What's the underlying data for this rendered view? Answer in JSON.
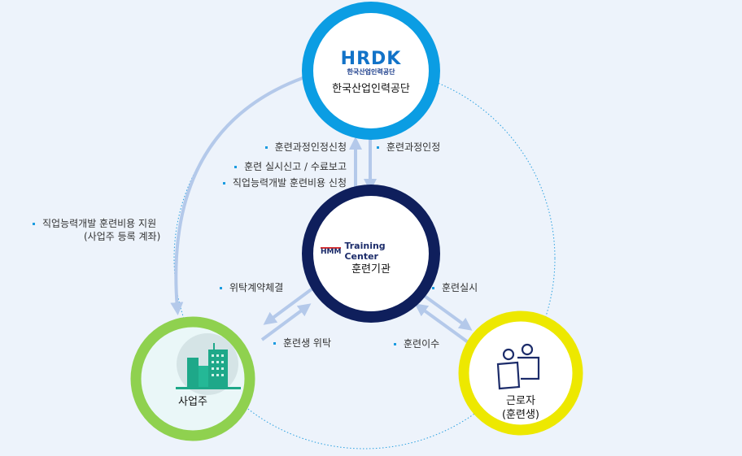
{
  "nodes": {
    "hrdk": {
      "logo_text": "HRDK",
      "logo_subtitle": "한국산업인력공단",
      "label": "한국산업인력공단",
      "color": "#0b9de3"
    },
    "training_center": {
      "logo_mark": "HMM",
      "logo_text": "Training Center",
      "label": "훈련기관",
      "color": "#0f1f5c"
    },
    "employer": {
      "label": "사업주",
      "color": "#8fd14f"
    },
    "worker": {
      "label_line1": "근로자",
      "label_line2": "(훈련생)",
      "color": "#ede800"
    }
  },
  "flows": {
    "center_to_hrdk": [
      "훈련과정인정신청",
      "훈련 실시신고 / 수료보고",
      "직업능력개발 훈련비용 신청"
    ],
    "hrdk_to_center": [
      "훈련과정인정"
    ],
    "hrdk_to_employer": {
      "line1": "직업능력개발 훈련비용 지원",
      "line2": "(사업주 등록 계좌)"
    },
    "center_to_employer": [
      "위탁계약체결"
    ],
    "employer_to_center": [
      "훈련생 위탁"
    ],
    "center_to_worker": [
      "훈련실시"
    ],
    "worker_to_center": [
      "훈련이수"
    ]
  },
  "arrow_color": "#b4c9ea"
}
